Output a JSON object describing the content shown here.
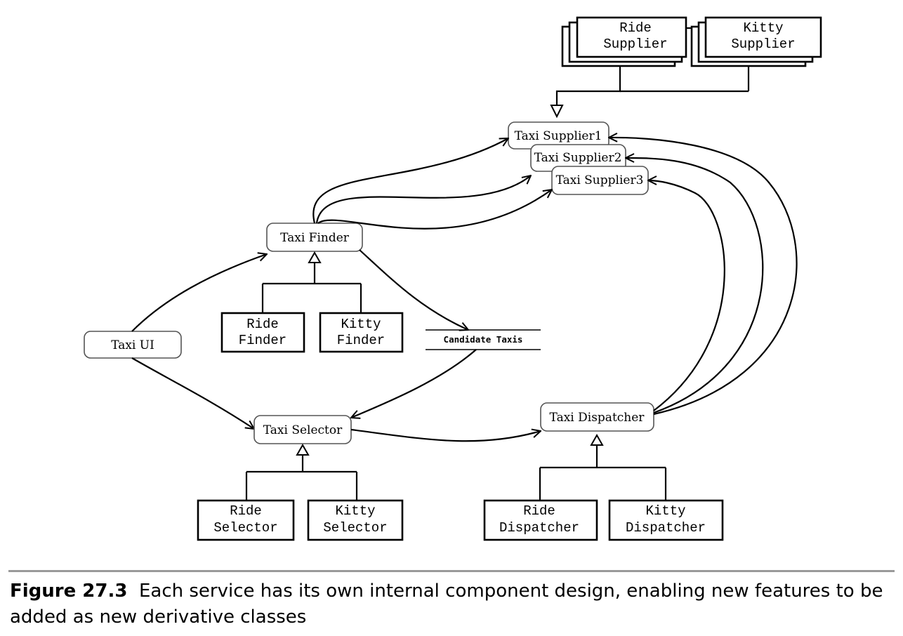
{
  "nodes": {
    "taxi_supplier1": "Taxi Supplier1",
    "taxi_supplier2": "Taxi Supplier2",
    "taxi_supplier3": "Taxi Supplier3",
    "taxi_finder": "Taxi Finder",
    "taxi_ui": "Taxi UI",
    "taxi_selector": "Taxi Selector",
    "taxi_dispatcher": "Taxi Dispatcher",
    "candidate_taxis": "Candidate Taxis"
  },
  "classes": {
    "ride_supplier": [
      "Ride",
      "Supplier"
    ],
    "kitty_supplier": [
      "Kitty",
      "Supplier"
    ],
    "ride_finder": [
      "Ride",
      "Finder"
    ],
    "kitty_finder": [
      "Kitty",
      "Finder"
    ],
    "ride_selector": [
      "Ride",
      "Selector"
    ],
    "kitty_selector": [
      "Kitty",
      "Selector"
    ],
    "ride_dispatcher": [
      "Ride",
      "Dispatcher"
    ],
    "kitty_dispatcher": [
      "Kitty",
      "Dispatcher"
    ]
  },
  "caption": {
    "label": "Figure 27.3",
    "text": "Each service has its own internal component design, enabling new features to be added as new derivative classes"
  }
}
